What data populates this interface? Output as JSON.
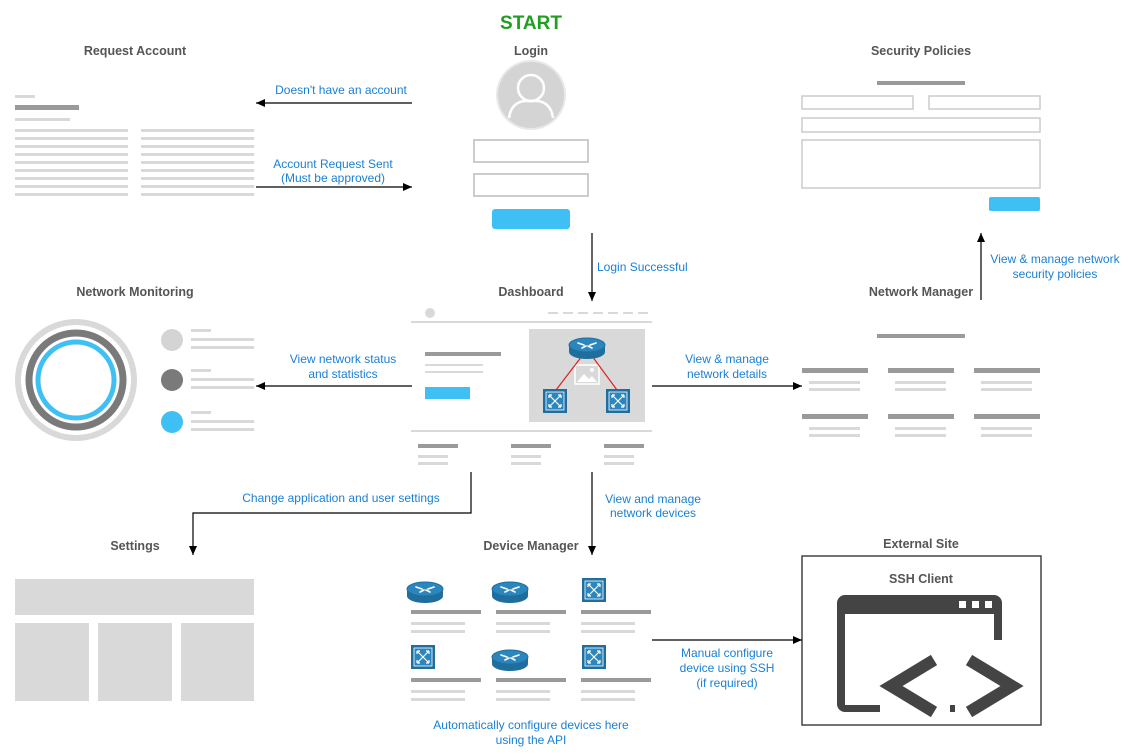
{
  "start_label": "START",
  "sections": {
    "request_account": "Request Account",
    "login": "Login",
    "security_policies": "Security Policies",
    "network_monitoring": "Network Monitoring",
    "dashboard": "Dashboard",
    "network_manager": "Network Manager",
    "settings": "Settings",
    "device_manager": "Device Manager",
    "external_site": "External Site",
    "ssh_client": "SSH Client"
  },
  "flows": {
    "no_account": "Doesn't have an account",
    "request_sent_1": "Account Request Sent",
    "request_sent_2": "(Must be approved)",
    "login_successful": "Login Successful",
    "security_1": "View & manage network",
    "security_2": "security policies",
    "status_1": "View network status",
    "status_2": "and statistics",
    "netdetails_1": "View & manage",
    "netdetails_2": "network details",
    "settings_change": "Change application and user settings",
    "devices_1": "View and manage",
    "devices_2": "network devices",
    "ssh_1": "Manual configure",
    "ssh_2": "device using SSH",
    "ssh_3": "(if required)",
    "api_1": "Automatically configure devices here",
    "api_2": "using the API"
  },
  "icons": {
    "avatar": "user-avatar-icon",
    "router": "router-icon",
    "switch": "switch-icon",
    "image": "image-icon",
    "terminal": "terminal-window-icon"
  },
  "colors": {
    "accent_blue": "#3fc0f5",
    "label_blue": "#1a7fd4",
    "device_blue": "#1f6e9e",
    "start_green": "#1f9e1f",
    "wire_gray": "#d9d9d9",
    "dark_gray": "#444444",
    "link_red": "#e02020"
  }
}
